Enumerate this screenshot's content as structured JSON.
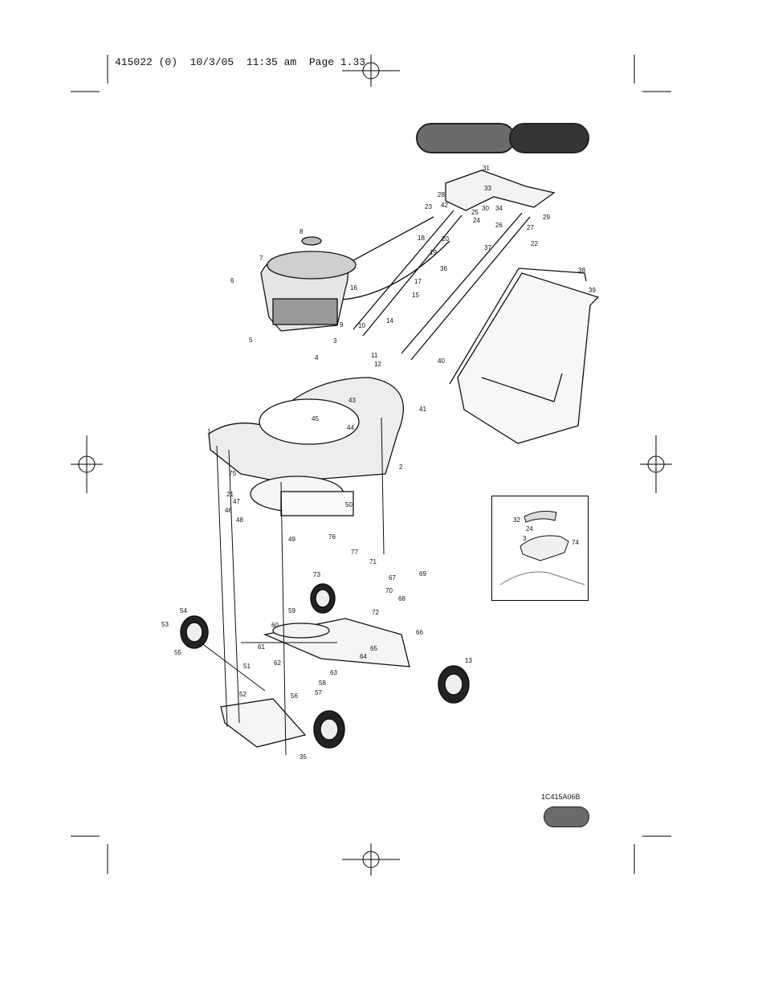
{
  "slug": "415022 (0)  10/3/05  11:35 am  Page 1.33",
  "figure_code": "1C415A06B",
  "part_numbers": {
    "handle": [
      "31",
      "28",
      "33",
      "34",
      "42",
      "25",
      "30",
      "24",
      "26",
      "23",
      "27",
      "29",
      "22",
      "18",
      "20",
      "19",
      "37",
      "16",
      "17",
      "15",
      "36",
      "14",
      "10",
      "9"
    ],
    "engine": [
      "8",
      "7",
      "6",
      "5",
      "4",
      "3",
      "11",
      "12",
      "40",
      "41",
      "43",
      "44",
      "45",
      "38",
      "39"
    ],
    "deck": [
      "1",
      "2",
      "21",
      "46",
      "47",
      "48",
      "49",
      "50",
      "75",
      "76",
      "77",
      "73",
      "71",
      "70",
      "67",
      "69",
      "68",
      "72",
      "66",
      "65",
      "64",
      "63",
      "62",
      "61",
      "60",
      "59",
      "58",
      "57",
      "56",
      "55",
      "54",
      "53",
      "52",
      "51",
      "35",
      "13"
    ]
  },
  "inset": {
    "labels": [
      "32",
      "24",
      "3",
      "74"
    ]
  }
}
